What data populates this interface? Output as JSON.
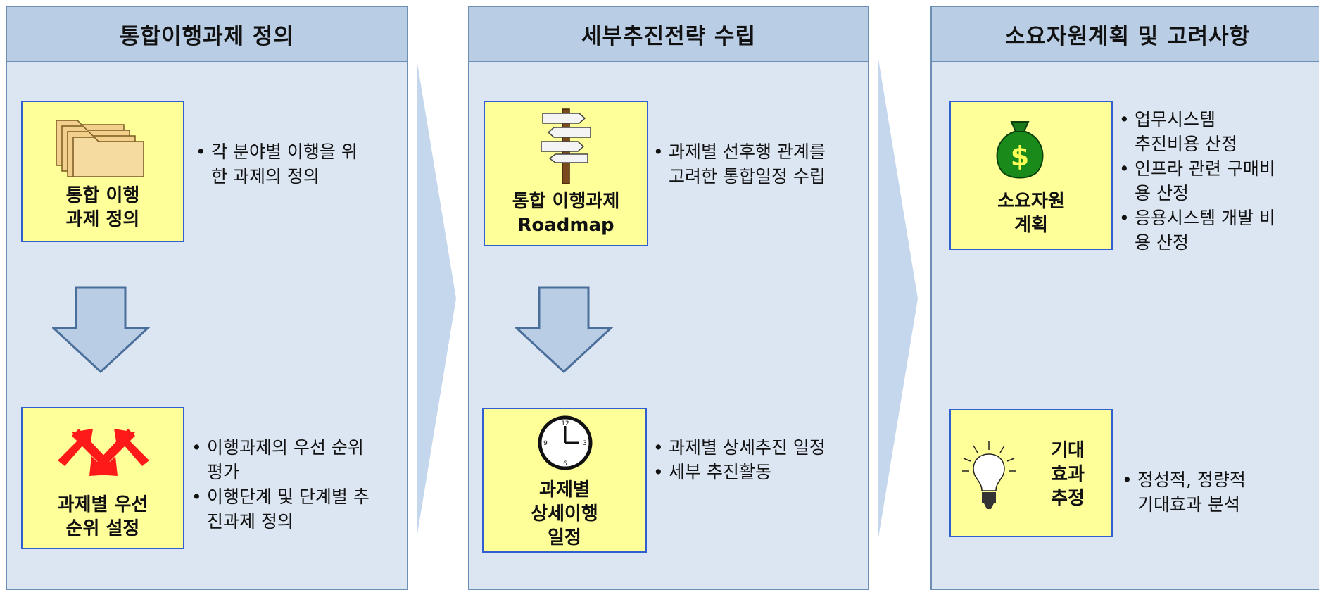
{
  "columns": [
    {
      "title": "통합이행과제 정의",
      "items": [
        {
          "label": "통합 이행\n과제 정의",
          "icon": "folders-icon",
          "bullets": [
            "각 분야별 이행을 위\n한 과제의 정의"
          ]
        },
        {
          "label": "과제별 우선\n순위 설정",
          "icon": "red-arrows-icon",
          "bullets": [
            "이행과제의 우선 순위\n평가",
            "이행단계 및 단계별 추\n진과제 정의"
          ]
        }
      ]
    },
    {
      "title": "세부추진전략 수립",
      "items": [
        {
          "label": "통합 이행과제\nRoadmap",
          "icon": "signpost-icon",
          "bullets": [
            "과제별 선후행 관계를\n고려한 통합일정 수립"
          ]
        },
        {
          "label": "과제별\n상세이행\n일정",
          "icon": "clock-icon",
          "bullets": [
            "과제별 상세추진 일정",
            "세부 추진활동"
          ]
        }
      ]
    },
    {
      "title": "소요자원계획 및 고려사항",
      "items": [
        {
          "label": "소요자원\n계획",
          "icon": "money-bag-icon",
          "bullets": [
            "업무시스템\n추진비용 산정",
            "인프라 관련 구매비\n용 산정",
            "응용시스템 개발 비\n용 산정"
          ]
        },
        {
          "label": "기대\n효과\n추정",
          "icon": "lightbulb-icon",
          "bullets": [
            "정성적, 정량적\n기대효과 분석"
          ]
        }
      ]
    }
  ],
  "colors": {
    "panel": "#dce6f2",
    "header": "#b9cde5",
    "box": "#ffff99",
    "box_border": "#2f5fd0",
    "arrow_fill": "#b9cde5",
    "arrow_stroke": "#4a6f9a"
  }
}
